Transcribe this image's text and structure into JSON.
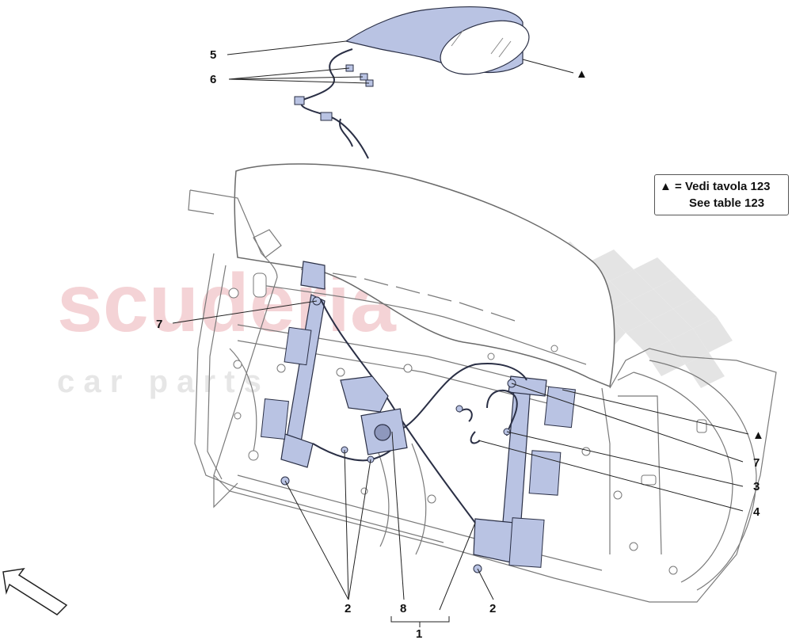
{
  "watermark": {
    "brand": "scuderia",
    "sub": "c a r   p a r t s"
  },
  "reference_box": {
    "symbol": "▲",
    "line1": "= Vedi tavola 123",
    "line2": "See table 123"
  },
  "callouts": {
    "c1": "1",
    "c2a": "2",
    "c2b": "2",
    "c3": "3",
    "c4": "4",
    "c5": "5",
    "c6": "6",
    "c7a": "7",
    "c7b": "7",
    "c8": "8",
    "tri_top": "▲",
    "tri_right": "▲"
  },
  "colors": {
    "part_fill": "#b9c3e3",
    "part_stroke": "#2a2f45",
    "line": "#222222",
    "watermark_red": "#f2c9cc",
    "checker": "#dcdcdc"
  }
}
